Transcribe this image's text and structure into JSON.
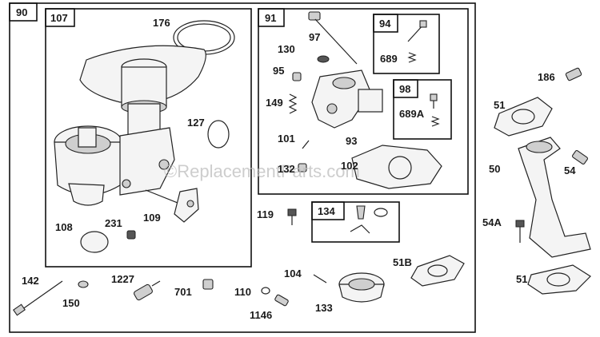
{
  "watermark": "©ReplacementParts.com",
  "boxes": {
    "b90": "90",
    "b107": "107",
    "b91": "91",
    "b94": "94",
    "b98": "98",
    "b134": "134"
  },
  "labels": {
    "p176": "176",
    "p127": "127",
    "p108": "108",
    "p231": "231",
    "p109": "109",
    "p97": "97",
    "p130": "130",
    "p95": "95",
    "p149": "149",
    "p101": "101",
    "p93": "93",
    "p132": "132",
    "p102": "102",
    "p689": "689",
    "p689A": "689A",
    "p119": "119",
    "p186": "186",
    "p51a": "51",
    "p50": "50",
    "p54": "54",
    "p54A": "54A",
    "p51b": "51",
    "p51B": "51B",
    "p142": "142",
    "p150": "150",
    "p1227": "1227",
    "p701": "701",
    "p110": "110",
    "p1146": "1146",
    "p104": "104",
    "p133": "133"
  }
}
